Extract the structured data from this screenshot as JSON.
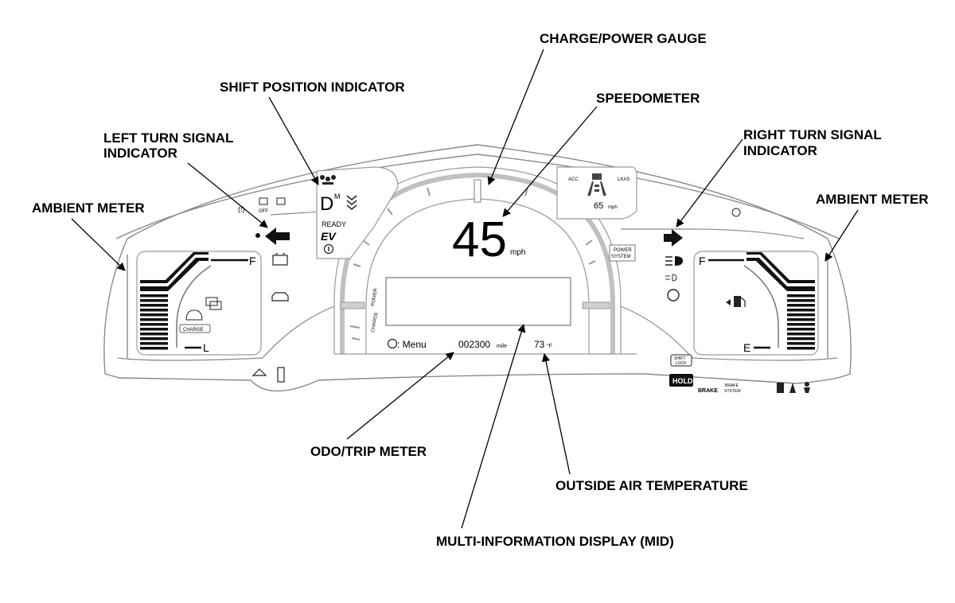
{
  "callouts": {
    "charge_power_gauge": "CHARGE/POWER GAUGE",
    "shift_position_indicator": "SHIFT POSITION INDICATOR",
    "speedometer": "SPEEDOMETER",
    "left_turn_signal_line1": "LEFT TURN SIGNAL",
    "left_turn_signal_line2": "INDICATOR",
    "right_turn_signal_line1": "RIGHT TURN SIGNAL",
    "right_turn_signal_line2": "INDICATOR",
    "ambient_meter_left": "AMBIENT METER",
    "ambient_meter_right": "AMBIENT METER",
    "odo_trip_meter": "ODO/TRIP METER",
    "outside_air_temperature": "OUTSIDE AIR TEMPERATURE",
    "mid": "MULTI-INFORMATION DISPLAY (MID)"
  },
  "cluster": {
    "speed": "45",
    "speed_unit": "mph",
    "shift_letter": "D",
    "shift_mode": "M",
    "ready_text": "READY",
    "ev_text": "EV",
    "menu_text": ": Menu",
    "odometer": "002300",
    "odometer_unit": "mile",
    "temperature": "73",
    "temperature_unit": "°F",
    "acc_label": "ACC",
    "lkas_label": "LKAS",
    "set_speed": "65",
    "set_speed_unit": "mph",
    "charge_label": "CHARGE",
    "power_label": "POWER",
    "charge_vertical": "CHARGE",
    "power_system_line1": "POWER",
    "power_system_line2": "SYSTEM",
    "left_gauge_top": "F",
    "left_gauge_bottom": "L",
    "right_gauge_top": "F",
    "right_gauge_bottom": "E",
    "off_label": "OFF",
    "hold_label": "HOLD",
    "brake_label": "BRAKE",
    "brake_system_line1": "BRAKE",
    "brake_system_line2": "SYSTEM",
    "shift_lock_line1": "SHIFT",
    "shift_lock_line2": "LOCK",
    "one_label": "(!)"
  },
  "icons": {
    "left_turn": "left-arrow-icon",
    "right_turn": "right-arrow-icon",
    "battery": "battery-icon",
    "engine": "check-engine-icon",
    "headlight": "high-beam-icon",
    "fog": "fog-light-icon",
    "tire": "tire-pressure-icon",
    "fuel": "fuel-pump-icon"
  }
}
